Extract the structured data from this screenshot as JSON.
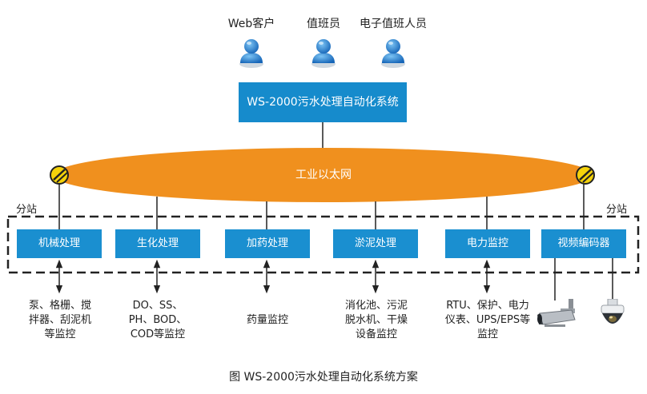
{
  "users": [
    "Web客户",
    "值班员",
    "电子值班人员"
  ],
  "system_title": "WS-2000污水处理自动化系统",
  "network_label": "工业以太网",
  "station_label_left": "分站",
  "station_label_right": "分站",
  "subsystems": [
    "机械处理",
    "生化处理",
    "加药处理",
    "淤泥处理",
    "电力监控",
    "视频编码器"
  ],
  "descriptions": {
    "mechanical": [
      "泵、格栅、搅",
      "拌器、刮泥机",
      "等监控"
    ],
    "biochem": [
      "DO、SS、",
      "PH、BOD、",
      "COD等监控"
    ],
    "dosing": [
      "药量监控"
    ],
    "sludge": [
      "消化池、污泥",
      "脱水机、干燥",
      "设备监控"
    ],
    "power": [
      "RTU、保护、电力",
      "仪表、UPS/EPS等",
      "监控"
    ]
  },
  "caption": "图 WS-2000污水处理自动化系统方案",
  "colors": {
    "box_blue": "#1a8fd0",
    "network_orange": "#f0901e",
    "user_blue": "#1f7fd0",
    "connector_yellow": "#f4d20a",
    "line": "#222222"
  }
}
